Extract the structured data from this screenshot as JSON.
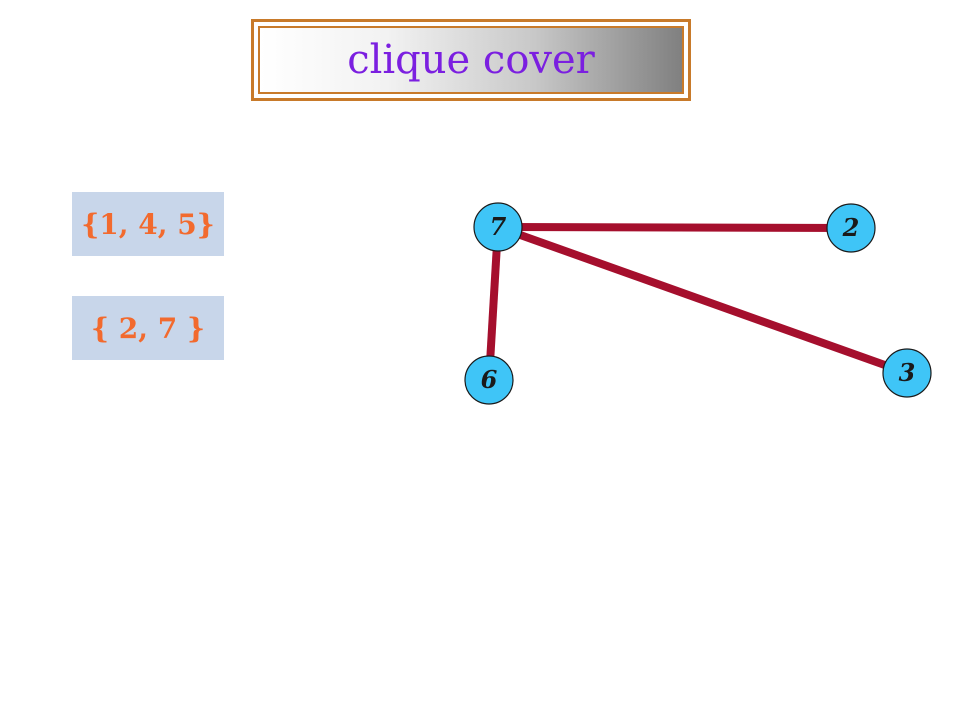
{
  "title": "clique cover",
  "cliques": [
    {
      "label": "{1, 4, 5}"
    },
    {
      "label": "{ 2, 7 }"
    }
  ],
  "graph": {
    "nodes": [
      {
        "id": "7",
        "label": "7"
      },
      {
        "id": "2",
        "label": "2"
      },
      {
        "id": "6",
        "label": "6"
      },
      {
        "id": "3",
        "label": "3"
      }
    ],
    "edges": [
      {
        "from": "7",
        "to": "2"
      },
      {
        "from": "7",
        "to": "6"
      },
      {
        "from": "7",
        "to": "3"
      }
    ]
  },
  "colors": {
    "title_text": "#7b1fe0",
    "title_border": "#c87a2a",
    "set_text": "#f26a2e",
    "set_background": "#c8d6ea",
    "node_fill": "#3fc5f7",
    "node_stroke": "#1a1a1a",
    "edge": "#a50f2d"
  }
}
